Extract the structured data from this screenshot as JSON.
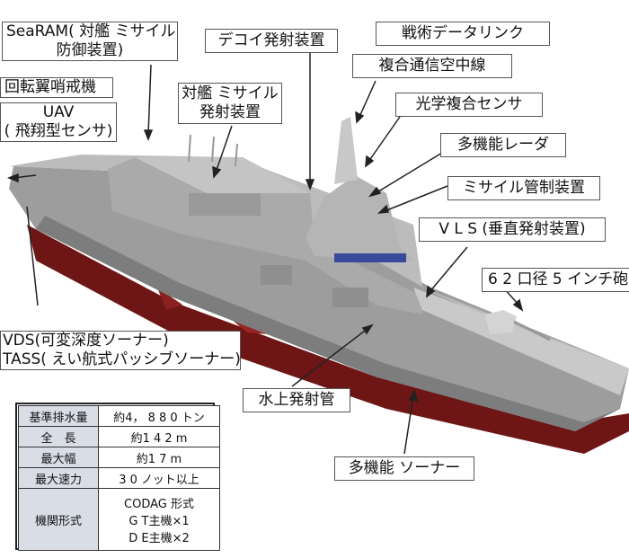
{
  "labels": {
    "searam": [
      "SeaRAM( 対艦 ミサイル",
      "防御装置)"
    ],
    "decoy": "デコイ発射装置",
    "tactical_link": "戦術データリンク",
    "comm_antenna": "複合通信空中線",
    "optical": "光学複合センサ",
    "radar": "多機能レーダ",
    "missile_control": "ミサイル管制装置",
    "vls": "V L S (垂直発射装置)",
    "gun": "6 2 口径 5 インチ砲",
    "torpedo": "水上発射管",
    "sonar": "多機能 ソーナー",
    "rotary_wing": "回転翼哨戒機",
    "uav": [
      "UAV",
      "( 飛翔型センサ)"
    ],
    "asm_launcher": [
      "対艦 ミサイル",
      "発射装置"
    ],
    "vds_tass": [
      "VDS(可変深度ソーナー)",
      "TASS( えい航式パッシブソーナー)"
    ]
  },
  "specs": [
    {
      "key": "基準排水量",
      "value": "約4， 8 8 0 トン"
    },
    {
      "key": "全　長",
      "value": "約1 4 2 m"
    },
    {
      "key": "最大幅",
      "value": "約1 7 m"
    },
    {
      "key": "最大速力",
      "value": "3 0 ノット以上"
    },
    {
      "key": "機関形式",
      "value": [
        "CODAG 形式",
        "G T主機×1",
        "D E主機×2"
      ]
    }
  ],
  "colors": {
    "hull": "#a8a8a8",
    "hull_dark": "#8c8c8c",
    "waterline": "#7a1a1a",
    "spec_key_bg": "#d8dde6"
  }
}
